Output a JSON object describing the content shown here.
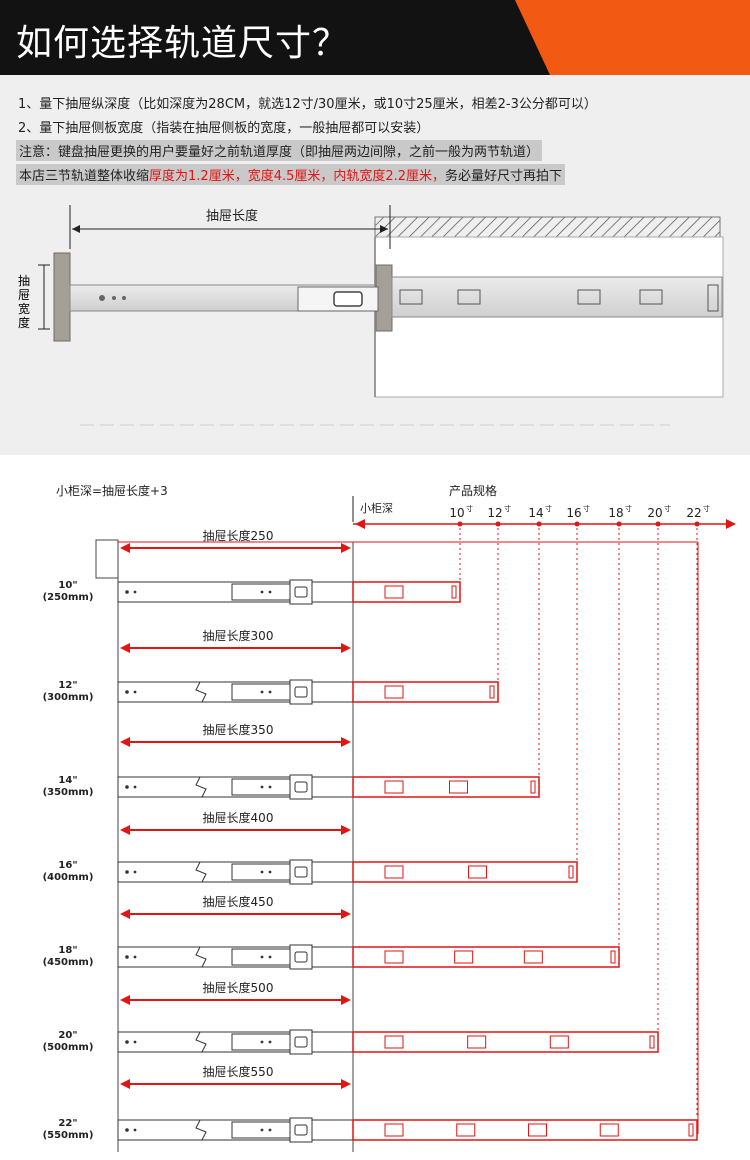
{
  "header": {
    "title": "如何选择轨道尺寸？"
  },
  "notes": {
    "line1": "1、量下抽屉纵深度（比如深度为28CM，就选12寸/30厘米，或10寸25厘米，相差2-3公分都可以）",
    "line2": "2、量下抽屉侧板宽度（指装在抽屉侧板的宽度，一般抽屉都可以安装）",
    "line3": "注意：键盘抽屉更换的用户要量好之前轨道厚度（即抽屉两边间隙，之前一般为两节轨道）",
    "line4_pre": "本店三节轨道整体收缩",
    "line4_red": "厚度为1.2厘米，宽度4.5厘米，内轨宽度2.2厘米，",
    "line4_post": "务必量好尺寸再拍下"
  },
  "top_diagram": {
    "drawer_length_label": "抽屉长度",
    "drawer_width_label": [
      "抽",
      "屉",
      "宽",
      "度"
    ]
  },
  "bottom": {
    "cabinet_formula": "小柜深=抽屉长度+3",
    "spec_label": "产品规格",
    "cabinet_depth_label": "小柜深",
    "spec_ticks": [
      "10",
      "12",
      "14",
      "16",
      "18",
      "20",
      "22"
    ],
    "spec_unit": "寸",
    "rows": [
      {
        "length_label": "抽屉长度250",
        "size_inch": "10\"",
        "size_mm": "(250mm)"
      },
      {
        "length_label": "抽屉长度300",
        "size_inch": "12\"",
        "size_mm": "(300mm)"
      },
      {
        "length_label": "抽屉长度350",
        "size_inch": "14\"",
        "size_mm": "(350mm)"
      },
      {
        "length_label": "抽屉长度400",
        "size_inch": "16\"",
        "size_mm": "(400mm)"
      },
      {
        "length_label": "抽屉长度450",
        "size_inch": "18\"",
        "size_mm": "(450mm)"
      },
      {
        "length_label": "抽屉长度500",
        "size_inch": "20\"",
        "size_mm": "(500mm)"
      },
      {
        "length_label": "抽屉长度550",
        "size_inch": "22\"",
        "size_mm": "(550mm)"
      }
    ]
  },
  "colors": {
    "accent": "#f25a14",
    "red": "#e21414",
    "dark": "#121212"
  }
}
